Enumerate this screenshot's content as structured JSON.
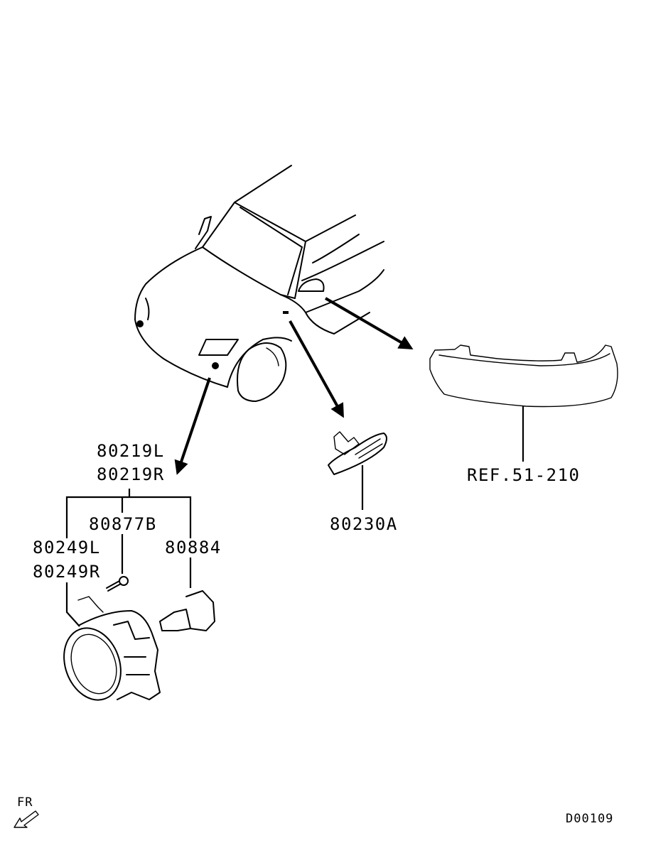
{
  "parts": {
    "fog_lamp_l": "80219L",
    "fog_lamp_r": "80219R",
    "screw": "80877B",
    "housing_l": "80249L",
    "housing_r": "80249R",
    "bulb": "80884",
    "side_lamp": "80230A",
    "reference": "REF.51-210"
  },
  "orientation": {
    "label": "FR"
  },
  "diagram_code": "D00109"
}
